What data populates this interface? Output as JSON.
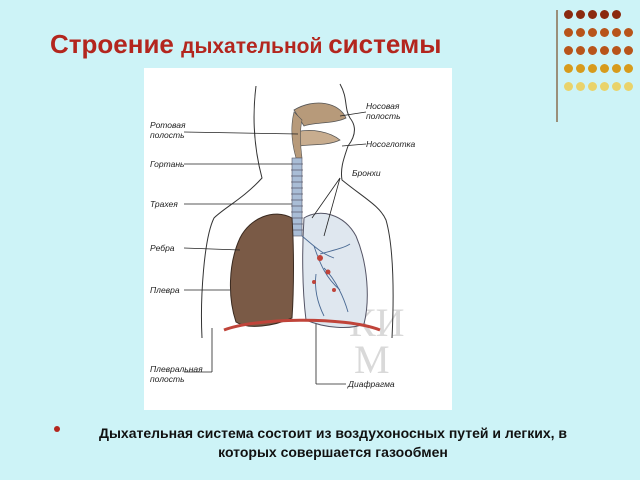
{
  "title": {
    "part1": "Строение ",
    "part2": "дыхательной ",
    "part3": "системы"
  },
  "figure": {
    "labels": {
      "nasal_cavity_1": "Носовая",
      "nasal_cavity_2": "полость",
      "oral_cavity_1": "Ротовая",
      "oral_cavity_2": "полость",
      "nasopharynx": "Носоглотка",
      "larynx": "Гортань",
      "bronchi": "Бронхи",
      "trachea": "Трахея",
      "ribs": "Ребра",
      "pleura": "Плевра",
      "pleural_cavity_1": "Плевральная",
      "pleural_cavity_2": "полость",
      "diaphragm": "Диафрагма"
    },
    "watermark": {
      "letters_top": "КИ",
      "letters_bottom": "М"
    }
  },
  "bullet_text": "Дыхательная система состоит из воздухоносных путей и легких, в которых совершается газообмен",
  "colors": {
    "background": "#cdf3f7",
    "title": "#b3261e",
    "lung_left": "#7a5a46",
    "lung_right": "#9fb7c9",
    "diaphragm": "#c0443a",
    "airway": "#a9bdd6",
    "dots": [
      "#8b2a0f",
      "#b8541a",
      "#d79b1c",
      "#e9d36b"
    ]
  }
}
